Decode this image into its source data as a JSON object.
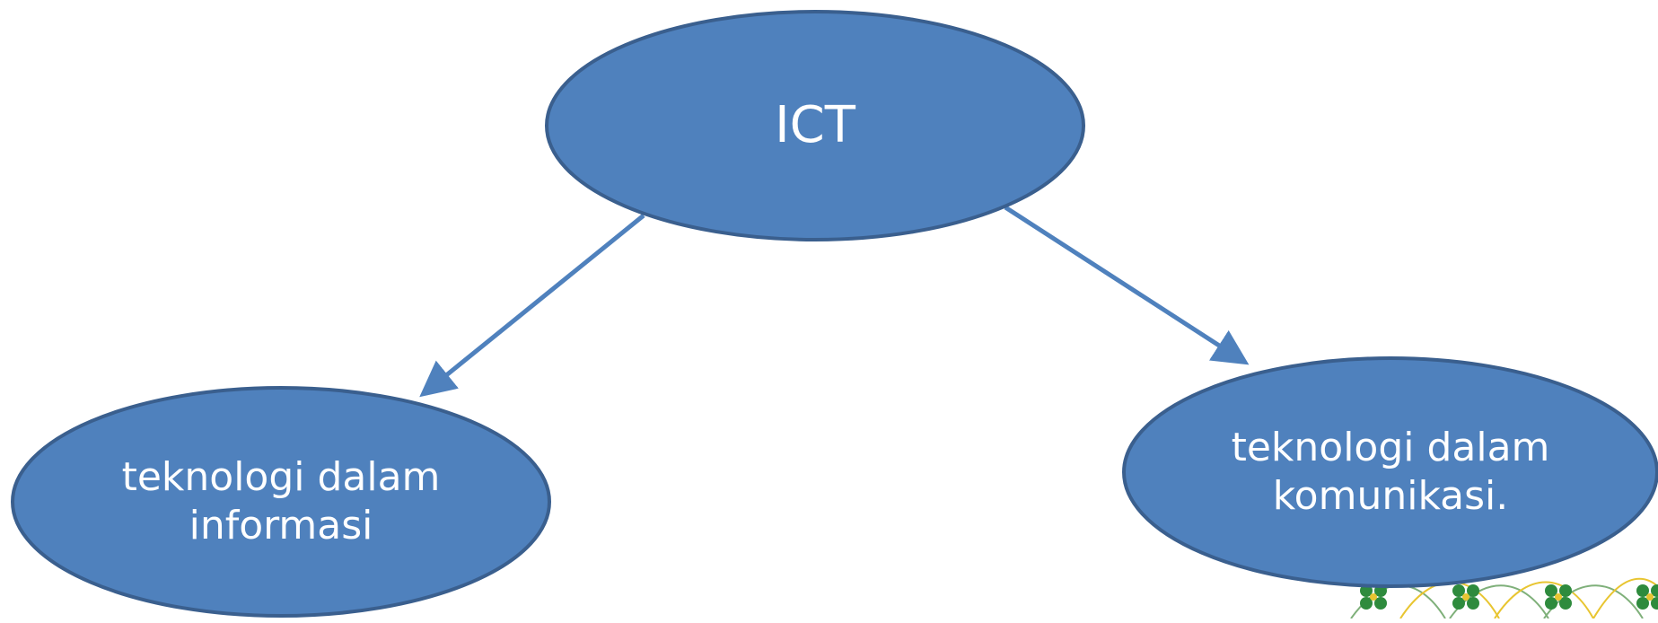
{
  "diagram": {
    "nodes": [
      {
        "id": "root",
        "lines": [
          "ICT"
        ]
      },
      {
        "id": "left",
        "lines": [
          "teknologi dalam",
          "informasi"
        ]
      },
      {
        "id": "right",
        "lines": [
          "teknologi dalam",
          "komunikasi."
        ]
      }
    ],
    "edges": [
      {
        "from": "root",
        "to": "left"
      },
      {
        "from": "root",
        "to": "right"
      }
    ]
  },
  "colors": {
    "node_fill": "#4f81bd",
    "node_stroke": "#3a5f8e",
    "edge": "#4f81bd",
    "text": "#ffffff",
    "decor_green": "#2e8b3d",
    "decor_yellow": "#e8c531",
    "decor_line": "#7fb07a"
  }
}
